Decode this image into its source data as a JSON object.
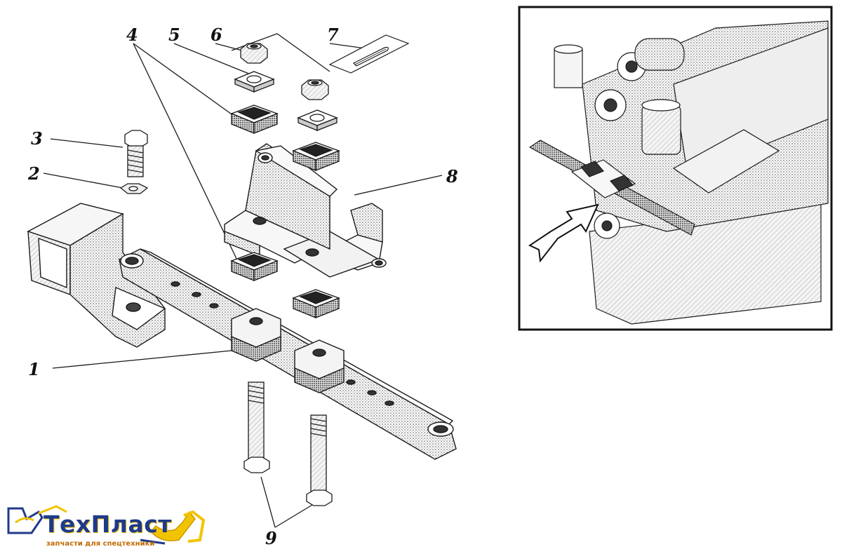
{
  "callouts": {
    "c1": "1",
    "c2": "2",
    "c3": "3",
    "c4": "4",
    "c5": "5",
    "c6": "6",
    "c7": "7",
    "c8": "8",
    "c9": "9"
  },
  "logo": {
    "name": "ТехПласт",
    "tagline": "запчасти для спецтехники"
  },
  "colors": {
    "line": "#1a1a1a",
    "shade": "#9a9a9a",
    "logo_blue": "#1f3a8a",
    "logo_yellow": "#f2c300"
  }
}
